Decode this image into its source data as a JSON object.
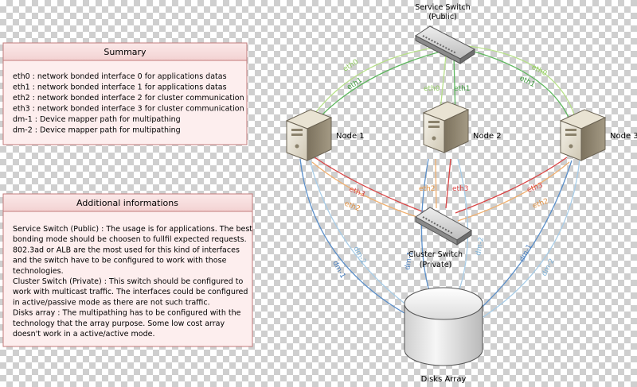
{
  "summary": {
    "title": "Summary",
    "lines": [
      "eth0 : network bonded interface 0 for applications datas",
      "eth1 : network bonded interface 1 for applications datas",
      "eth2 : network bonded interface 2 for cluster communication",
      "eth3 : network bonded interface 3 for cluster communication",
      "dm-1 : Device mapper path for multipathing",
      "dm-2 : Device mapper path for multipathing"
    ]
  },
  "additional": {
    "title": "Additional informations",
    "lines": [
      "Service Switch (Public) : The usage is for applications. The best",
      "bonding mode should be choosen to fullfil expected requests.",
      "802.3ad or ALB are the most used for this kind of interfaces",
      "and the switch have to be configured to work with those",
      "technologies.",
      "Cluster Switch (Private) : This switch should be configured to",
      "work with multicast traffic. The interfaces could be configured",
      "in active/passive mode as there are not such traffic.",
      "Disks array : The multipathing has to be configured with the",
      "technology that the array purpose. Some low cost array",
      "doesn't work in a active/active mode."
    ]
  },
  "service_switch": {
    "line1": "Service Switch",
    "line2": "(Public)"
  },
  "cluster_switch": {
    "line1": "Cluster Switch",
    "line2": "(Private)"
  },
  "nodes": [
    "Node 1",
    "Node 2",
    "Node 3"
  ],
  "disks": "Disks Array",
  "link_labels": {
    "eth0": "eth0",
    "eth1": "eth1",
    "eth2": "eth2",
    "eth3": "eth3",
    "dm1": "dm-1",
    "dm2": "dm-2"
  },
  "colors": {
    "eth0": "#b7e08a",
    "eth1": "#5fb75f",
    "eth2": "#f0b070",
    "eth3": "#d94444",
    "dm1": "#5b8fc9",
    "dm2": "#a8cde8"
  }
}
